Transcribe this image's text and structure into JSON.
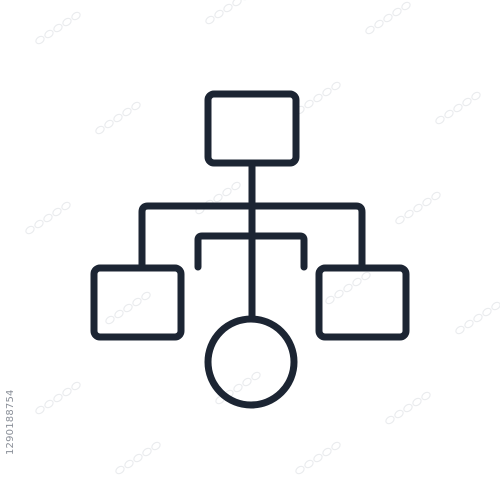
{
  "diagram": {
    "icon": "hierarchy-org-chart-icon",
    "stroke_color": "#1c2533",
    "background_color": "#ffffff",
    "nodes": [
      {
        "id": "top-box",
        "shape": "rectangle"
      },
      {
        "id": "left-box",
        "shape": "rectangle"
      },
      {
        "id": "right-box",
        "shape": "rectangle"
      },
      {
        "id": "bottom-circle",
        "shape": "circle"
      }
    ],
    "connectors": [
      {
        "from": "top-box",
        "to": "bottom-circle",
        "type": "vertical-trunk"
      },
      {
        "from": "top-box",
        "to": [
          "left-box",
          "right-box"
        ],
        "type": "branch-bar"
      },
      {
        "type": "inner-bracket"
      }
    ]
  },
  "watermark": {
    "stock_id": "1290188754",
    "pattern_color": "#d9dce1"
  }
}
